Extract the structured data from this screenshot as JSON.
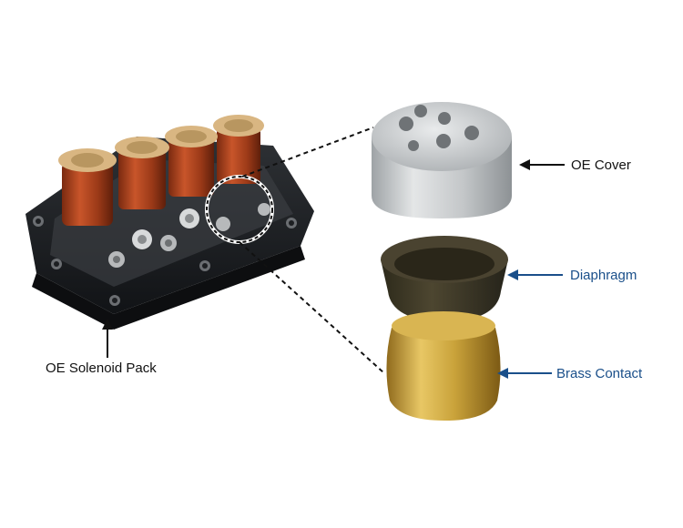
{
  "labels": {
    "oe_solenoid_pack": "OE Solenoid Pack",
    "oe_cover": "OE Cover",
    "diaphragm": "Diaphragm",
    "brass_contact": "Brass Contact"
  },
  "colors": {
    "label_black": "#111111",
    "label_blue": "#1a4f8a",
    "housing": "#1b1d20",
    "coil_copper": "#b8471f",
    "coil_bobbin": "#d9b682",
    "cover_metal": "#c9ccce",
    "diaphragm": "#3f3a26",
    "brass": "#c9a23a"
  }
}
